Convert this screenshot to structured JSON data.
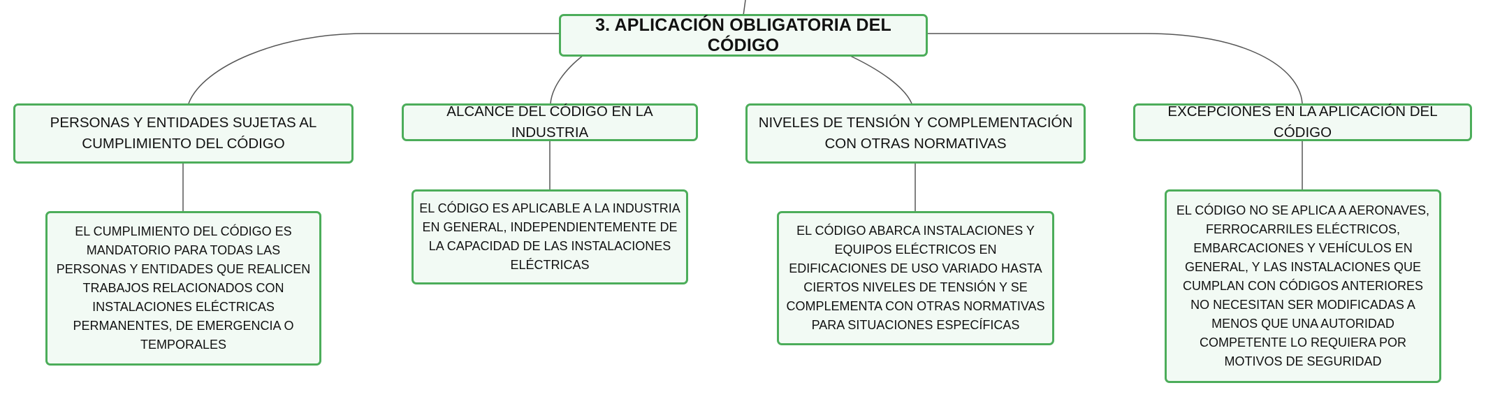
{
  "colors": {
    "border": "#4cad5a",
    "fill": "#f2faf4",
    "line": "#555555"
  },
  "root": {
    "label": "3. APLICACIÓN OBLIGATORIA DEL CÓDIGO"
  },
  "topics": [
    {
      "label": "PERSONAS Y ENTIDADES SUJETAS AL CUMPLIMIENTO DEL CÓDIGO",
      "detail": "EL CUMPLIMIENTO DEL CÓDIGO ES MANDATORIO PARA TODAS LAS PERSONAS Y ENTIDADES QUE REALICEN TRABAJOS RELACIONADOS CON INSTALACIONES ELÉCTRICAS PERMANENTES, DE EMERGENCIA O TEMPORALES"
    },
    {
      "label": "ALCANCE DEL CÓDIGO EN LA INDUSTRIA",
      "detail": "EL CÓDIGO ES APLICABLE A LA INDUSTRIA EN GENERAL, INDEPENDIENTEMENTE DE LA CAPACIDAD DE LAS INSTALACIONES ELÉCTRICAS"
    },
    {
      "label": "NIVELES DE TENSIÓN Y COMPLEMENTACIÓN CON OTRAS NORMATIVAS",
      "detail": "EL CÓDIGO ABARCA INSTALACIONES Y EQUIPOS ELÉCTRICOS EN EDIFICACIONES DE USO VARIADO HASTA CIERTOS NIVELES DE TENSIÓN Y SE COMPLEMENTA CON OTRAS NORMATIVAS PARA SITUACIONES ESPECÍFICAS"
    },
    {
      "label": "EXCEPCIONES EN LA APLICACIÓN DEL CÓDIGO",
      "detail": "EL CÓDIGO NO SE APLICA A AERONAVES, FERROCARRILES ELÉCTRICOS, EMBARCACIONES Y VEHÍCULOS EN GENERAL, Y LAS INSTALACIONES QUE CUMPLAN CON CÓDIGOS ANTERIORES NO NECESITAN SER MODIFICADAS A MENOS QUE UNA AUTORIDAD COMPETENTE LO REQUIERA POR MOTIVOS DE SEGURIDAD"
    }
  ]
}
